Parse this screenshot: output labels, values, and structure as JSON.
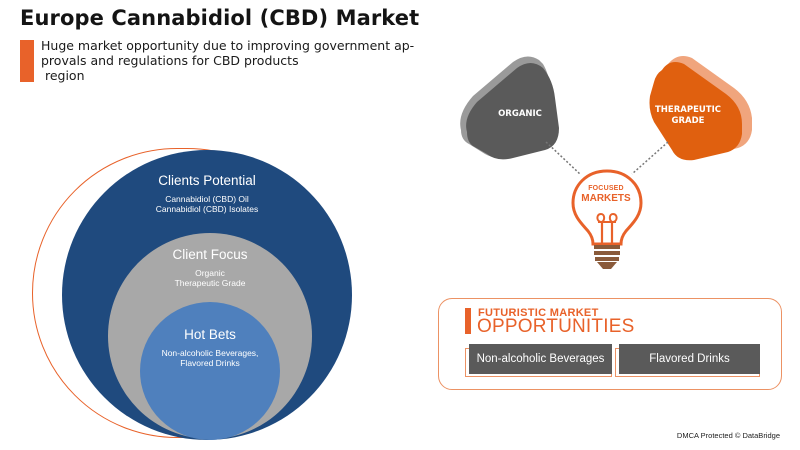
{
  "header": {
    "title": "Europe Cannabidiol (CBD) Market",
    "subtitle_lines": [
      "Huge market opportunity due to improving government ap-",
      "provals and regulations for CBD products",
      " region"
    ]
  },
  "nested_circles": {
    "outer": {
      "title": "Clients Potential",
      "items": [
        "Cannabidiol (CBD) Oil",
        "Cannabidiol (CBD) Isolates"
      ],
      "color": "#1f4a7e"
    },
    "middle": {
      "title": "Client Focus",
      "items": [
        "Organic",
        "Therapeutic Grade"
      ],
      "color": "#a8a8a8"
    },
    "inner": {
      "title": "Hot Bets",
      "items": [
        "Non-alcoholic Beverages,",
        "Flavored Drinks"
      ],
      "color": "#4f80bd"
    }
  },
  "focused_markets": {
    "bulb_label_small": "FOCUSED",
    "bulb_label_large": "MARKETS",
    "segments": [
      {
        "label": "ORGANIC",
        "color": "#5a5a5a"
      },
      {
        "label_lines": [
          "THERAPEUTIC",
          "GRADE"
        ],
        "color": "#e0600f"
      }
    ]
  },
  "opportunities": {
    "heading_small": "FUTURISTIC MARKET",
    "heading_large": "OPPORTUNITIES",
    "items": [
      "Non-alcoholic Beverages",
      "Flavored Drinks"
    ]
  },
  "footer": {
    "text": "DMCA Protected © DataBridge"
  },
  "colors": {
    "accent": "#e8622a",
    "dark_blue": "#1f4a7e",
    "gray": "#a8a8a8",
    "light_blue": "#4f80bd",
    "dark_gray": "#5a5a5a"
  }
}
